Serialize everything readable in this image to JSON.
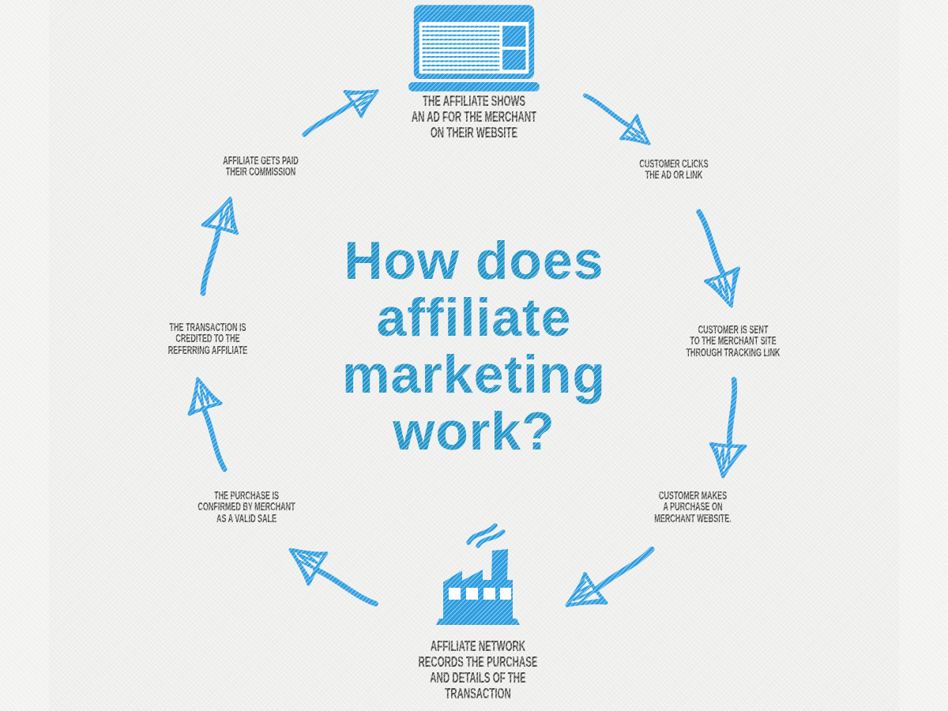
{
  "title": {
    "text": "How does affiliate marketing work?",
    "lines": [
      "How does",
      "affiliate",
      "marketing",
      "work?"
    ]
  },
  "steps": [
    {
      "id": "affiliate-shows-ad",
      "icon": "laptop-browser-icon",
      "lines": [
        "THE AFFILIATE SHOWS",
        "AN AD FOR THE MERCHANT",
        "ON THEIR WEBSITE"
      ]
    },
    {
      "id": "customer-clicks",
      "lines": [
        "CUSTOMER CLICKS",
        "THE AD OR LINK"
      ]
    },
    {
      "id": "customer-sent",
      "lines": [
        "CUSTOMER IS SENT",
        "TO THE MERCHANT SITE",
        "THROUGH TRACKING LINK"
      ]
    },
    {
      "id": "customer-purchase",
      "lines": [
        "CUSTOMER MAKES",
        "A PURCHASE ON",
        "MERCHANT WEBSITE."
      ]
    },
    {
      "id": "network-records",
      "icon": "factory-icon",
      "lines": [
        "AFFILIATE NETWORK",
        "RECORDS THE PURCHASE",
        "AND DETAILS OF THE",
        "TRANSACTION"
      ]
    },
    {
      "id": "purchase-confirmed",
      "lines": [
        "THE PURCHASE IS",
        "CONFIRMED BY MERCHANT",
        "AS A VALID SALE"
      ]
    },
    {
      "id": "transaction-credited",
      "lines": [
        "THE TRANSACTION IS",
        "CREDITED TO THE",
        "REFERRING AFFILIATE"
      ]
    },
    {
      "id": "affiliate-paid",
      "lines": [
        "AFFILIATE GETS PAID",
        "THEIR COMMISSION"
      ]
    }
  ],
  "icons": [
    "laptop-browser-icon",
    "factory-icon",
    "sketch-arrow-icon"
  ],
  "colors": {
    "accent_blue": "#2a9de0",
    "arrow_blue": "#2f9fe3",
    "title_blue": "#2095c9",
    "text_dark": "#484848",
    "background": "#efefee"
  }
}
